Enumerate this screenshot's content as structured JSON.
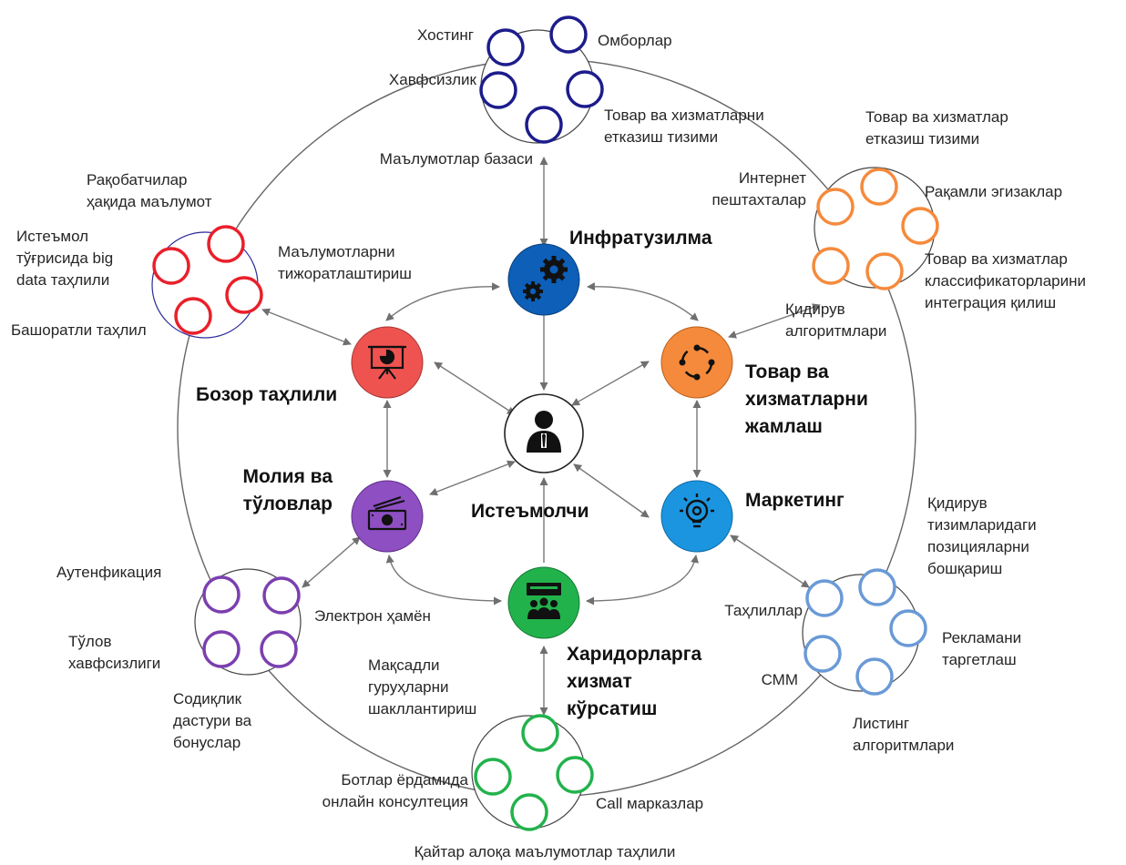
{
  "center": {
    "label": "Истеъмолчи",
    "icon": "consumer-person-icon",
    "color": "#ffffff"
  },
  "hubs": [
    {
      "id": "infra",
      "label": [
        "Инфратузилма"
      ],
      "icon": "gears-icon",
      "color": "#0d5fb8"
    },
    {
      "id": "aggregate",
      "label": [
        "Товар ва",
        "хизматларни",
        "жамлаш"
      ],
      "icon": "aggregation-icon",
      "color": "#f58a3c"
    },
    {
      "id": "marketing",
      "label": [
        "Маркетинг"
      ],
      "icon": "lightbulb-icon",
      "color": "#1b95e0"
    },
    {
      "id": "service",
      "label": [
        "Харидорларга",
        "хизмат",
        "кўрсатиш"
      ],
      "icon": "customer-group-icon",
      "color": "#22b24c"
    },
    {
      "id": "finance",
      "label": [
        "Молия ва",
        "тўловлар"
      ],
      "icon": "money-icon",
      "color": "#8e4fc2"
    },
    {
      "id": "market",
      "label": [
        "Бозор таҳлили"
      ],
      "icon": "presentation-chart-icon",
      "color": "#ef5350"
    }
  ],
  "clusters": [
    {
      "id": "infra-cluster",
      "color": "#1c1c8c",
      "labels": [
        [
          "Хостинг"
        ],
        [
          "Омборлар"
        ],
        [
          "Хавфсизлик"
        ],
        [
          "Товар ва хизматларни",
          "етказиш тизими"
        ],
        [
          "Маълумотлар базаси"
        ]
      ]
    },
    {
      "id": "aggregate-cluster",
      "color": "#f58a3c",
      "labels": [
        [
          "Товар ва хизматлар",
          "етказиш тизими"
        ],
        [
          "Интернет",
          "пештахталар"
        ],
        [
          "Рақамли эгизаклар"
        ],
        [
          "Товар ва хизматлар",
          "классификаторларини",
          "интеграция қилиш"
        ],
        [
          "Қидирув",
          "алгоритмлари"
        ]
      ]
    },
    {
      "id": "marketing-cluster",
      "color": "#6a9ad6",
      "labels": [
        [
          "Қидирув",
          "тизимларидаги",
          "позицияларни",
          "бошқариш"
        ],
        [
          "Таҳлиллар"
        ],
        [
          "Рекламани",
          "таргетлаш"
        ],
        [
          "СММ"
        ],
        [
          "Листинг",
          "алгоритмлари"
        ]
      ]
    },
    {
      "id": "service-cluster",
      "color": "#22b24c",
      "labels": [
        [
          "Мақсадли",
          "гуруҳларни",
          "шакллантириш"
        ],
        [
          "Ботлар ёрдамида",
          "онлайн консултеция"
        ],
        [
          "Call марказлар"
        ],
        [
          "Қайтар алоқа маълумотлар таҳлили"
        ]
      ]
    },
    {
      "id": "finance-cluster",
      "color": "#7b3fb0",
      "labels": [
        [
          "Аутенфикация"
        ],
        [
          "Электрон ҳамён"
        ],
        [
          "Тўлов",
          "хавфсизлиги"
        ],
        [
          "Содиқлик",
          "дастури ва",
          "бонуслар"
        ]
      ]
    },
    {
      "id": "market-cluster",
      "color": "#e8202b",
      "labels": [
        [
          "Рақобатчилар",
          "ҳақида маълумот"
        ],
        [
          "Истеъмол",
          "тўғрисида big",
          "data таҳлили"
        ],
        [
          "Маълумотларни",
          "тижоратлаштириш"
        ],
        [
          "Башоратли таҳлил"
        ]
      ]
    }
  ]
}
